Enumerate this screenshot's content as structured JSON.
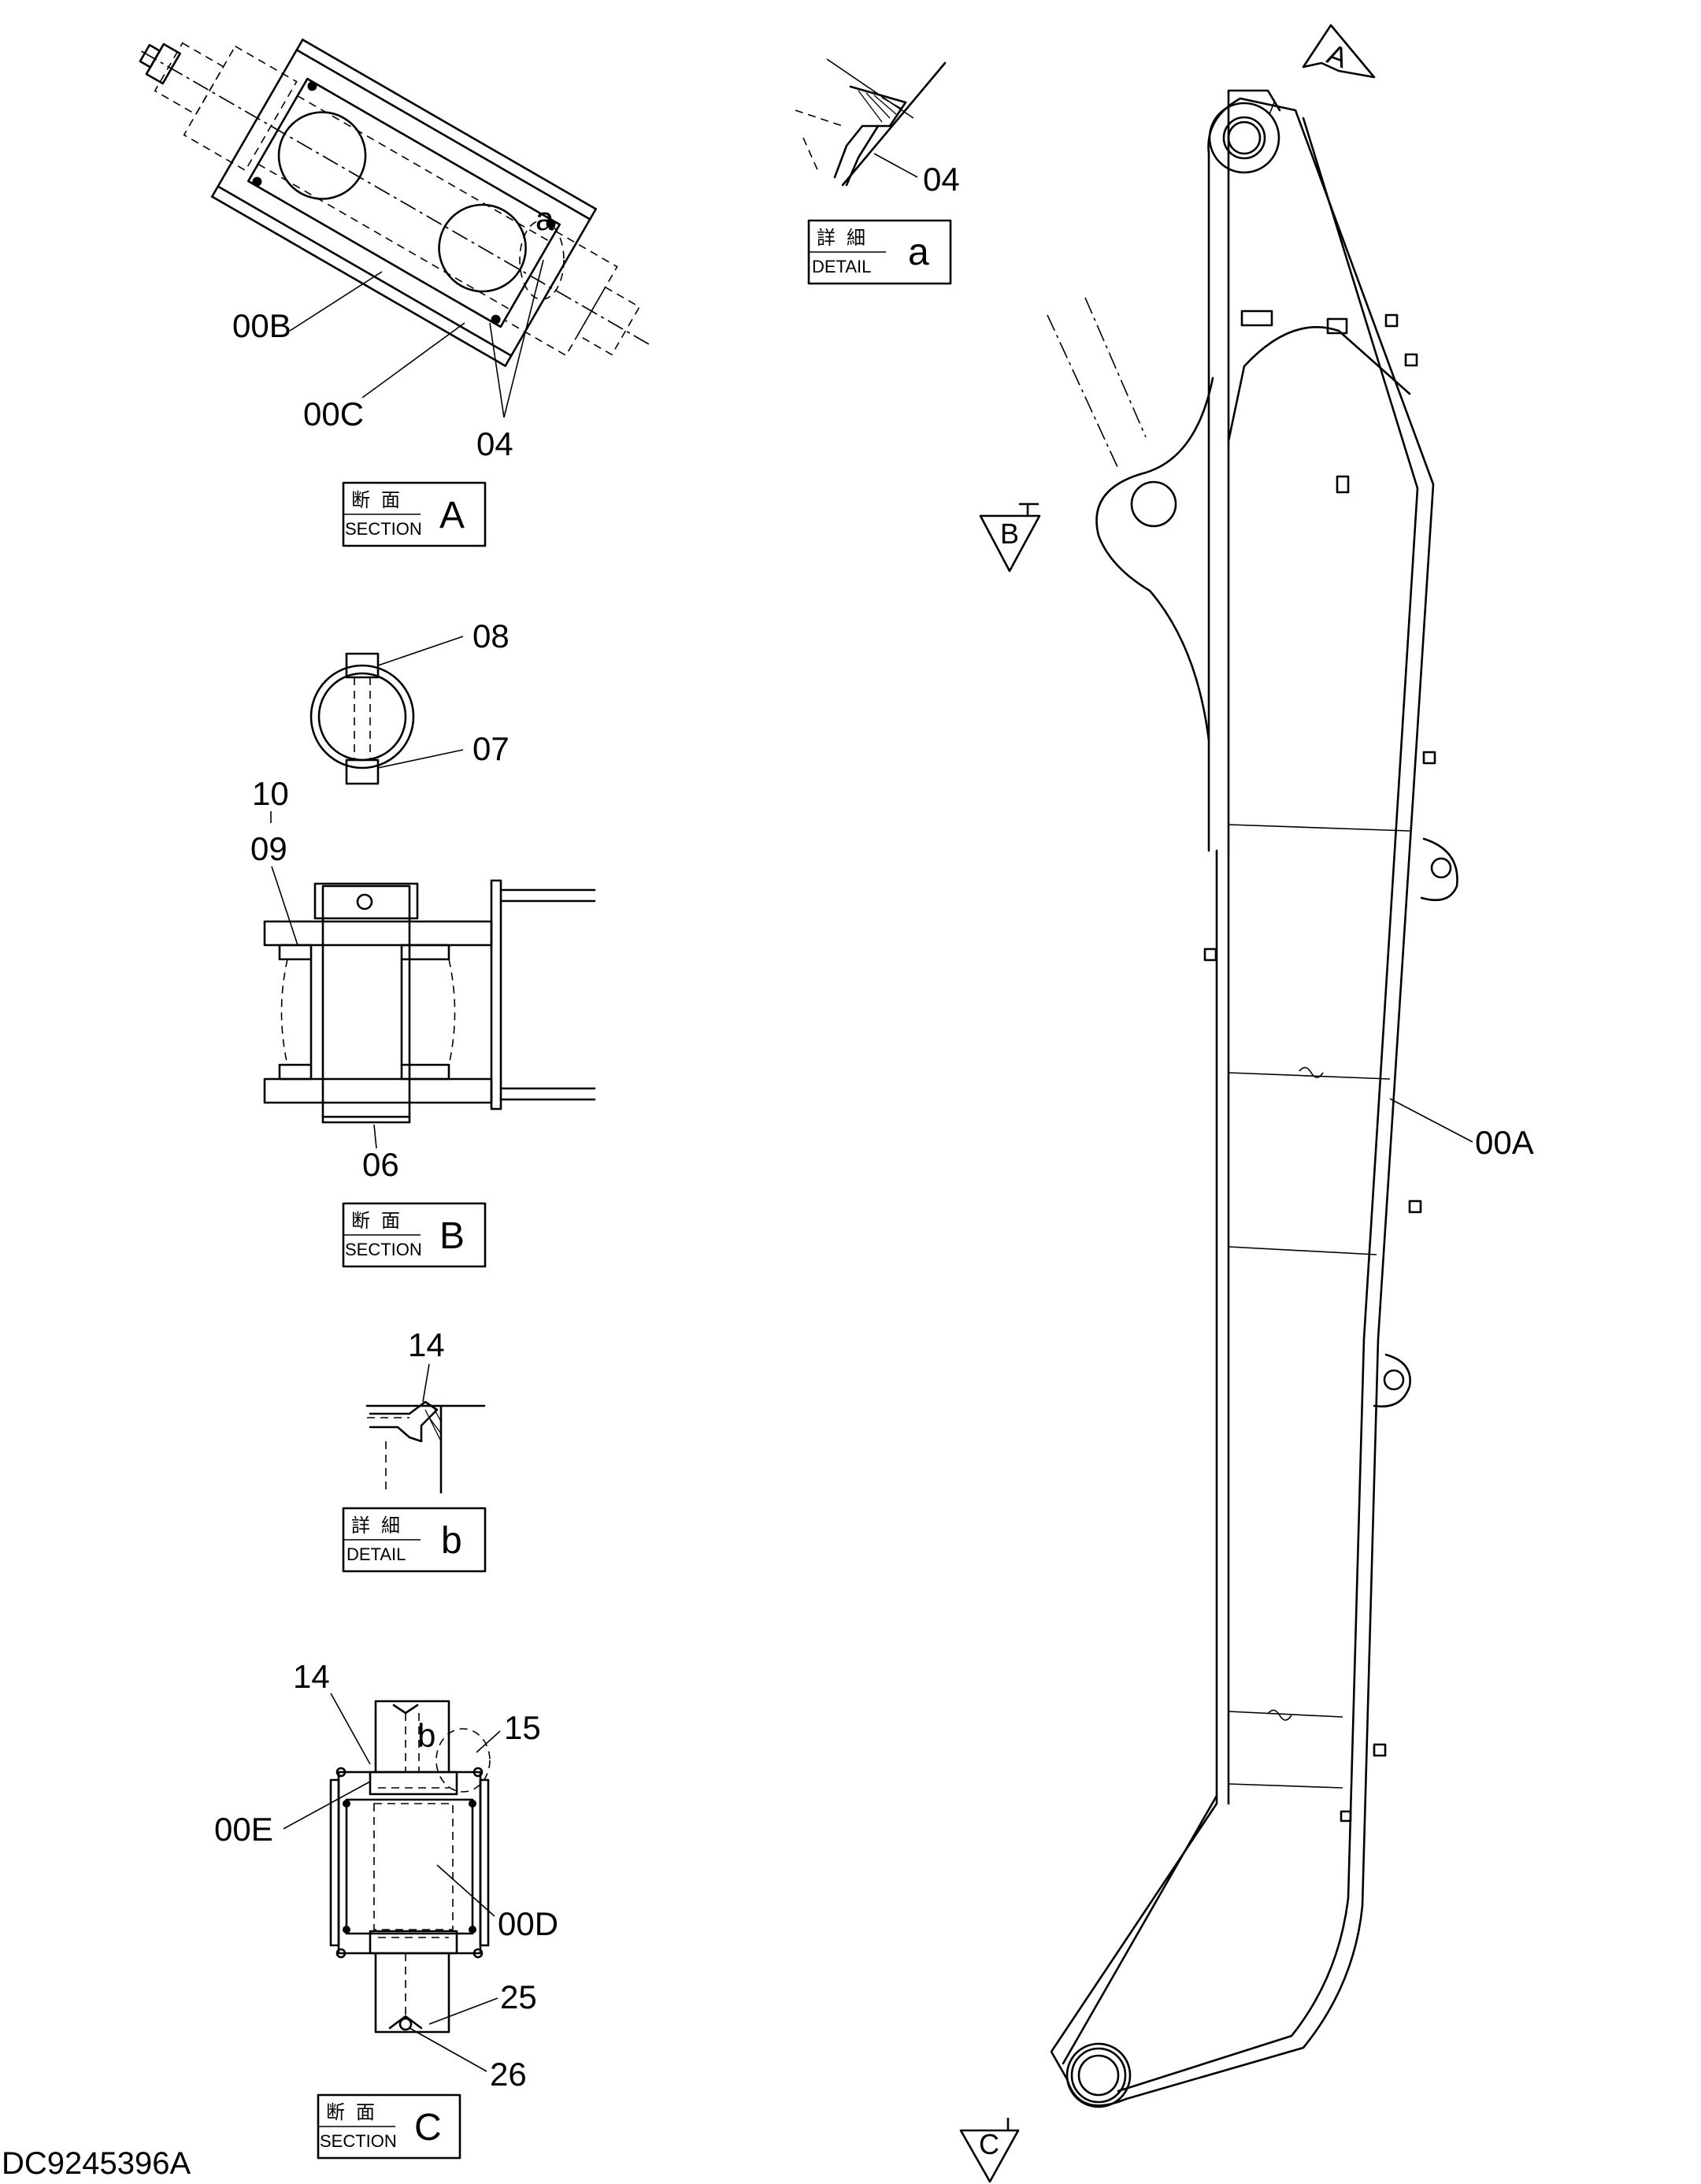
{
  "parts": {
    "p00A": "00A",
    "p00B": "00B",
    "p00C": "00C",
    "p00D": "00D",
    "p00E": "00E",
    "p04": "04",
    "p06": "06",
    "p07": "07",
    "p08": "08",
    "p09": "09",
    "p10": "10",
    "p14": "14",
    "p15": "15",
    "p25": "25",
    "p26": "26"
  },
  "detail_markers": {
    "a": "a",
    "b": "b"
  },
  "view_arrows": {
    "A": "A",
    "B": "B",
    "C": "C"
  },
  "tags": {
    "section_kanji": "断面",
    "section_eng": "SECTION",
    "detail_kanji": "詳細",
    "detail_eng": "DETAIL",
    "section_a": "A",
    "section_b": "B",
    "section_c": "C",
    "detail_a": "a",
    "detail_b": "b"
  },
  "drawing_code": "DC9245396A"
}
